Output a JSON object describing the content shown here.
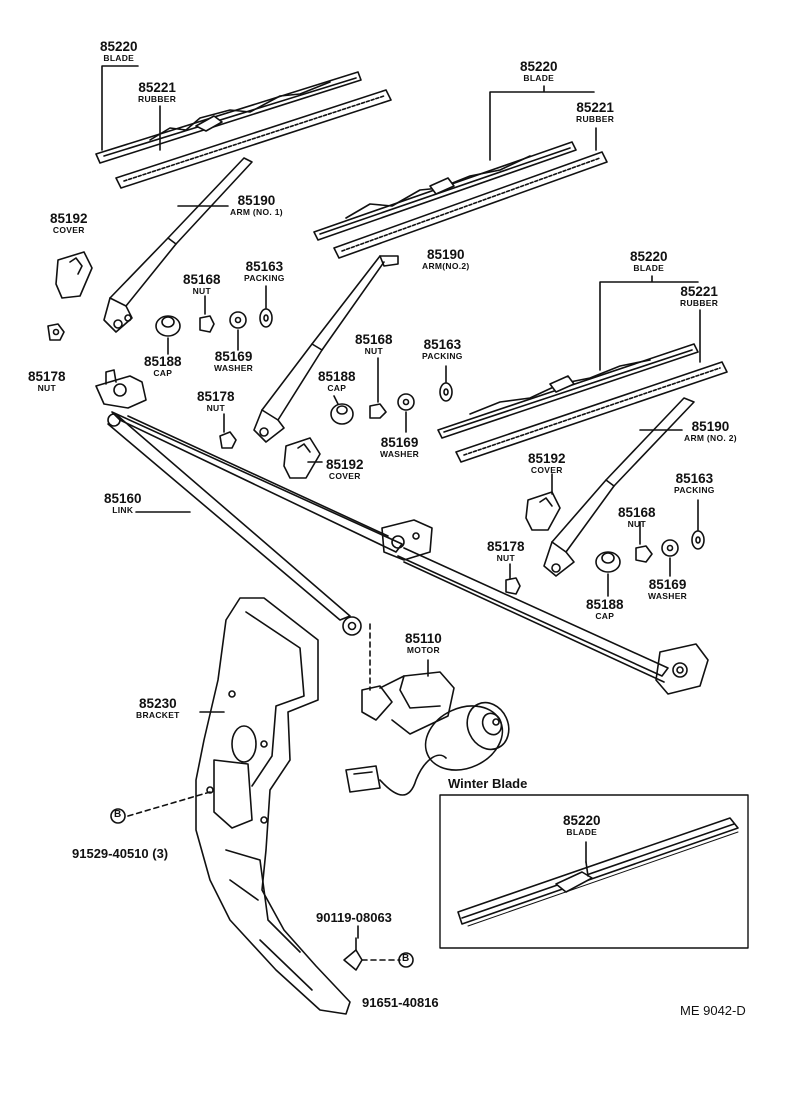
{
  "callouts": {
    "blade_upper_left": {
      "num": "85220",
      "sub": "BLADE"
    },
    "rubber_upper_left": {
      "num": "85221",
      "sub": "RUBBER"
    },
    "blade_upper_mid": {
      "num": "85220",
      "sub": "BLADE"
    },
    "rubber_upper_mid": {
      "num": "85221",
      "sub": "RUBBER"
    },
    "arm_no1": {
      "num": "85190",
      "sub": "ARM (NO. 1)"
    },
    "cover_left": {
      "num": "85192",
      "sub": "COVER"
    },
    "nut_85168_left": {
      "num": "85168",
      "sub": "NUT"
    },
    "packing_left": {
      "num": "85163",
      "sub": "PACKING"
    },
    "arm_no2_mid": {
      "num": "85190",
      "sub": "ARM(NO.2)"
    },
    "blade_right": {
      "num": "85220",
      "sub": "BLADE"
    },
    "rubber_right": {
      "num": "85221",
      "sub": "RUBBER"
    },
    "nut_85178_left": {
      "num": "85178",
      "sub": "NUT"
    },
    "cap_left": {
      "num": "85188",
      "sub": "CAP"
    },
    "washer_left": {
      "num": "85169",
      "sub": "WASHER"
    },
    "nut_85168_mid": {
      "num": "85168",
      "sub": "NUT"
    },
    "packing_mid": {
      "num": "85163",
      "sub": "PACKING"
    },
    "cap_mid": {
      "num": "85188",
      "sub": "CAP"
    },
    "nut_85178_mid": {
      "num": "85178",
      "sub": "NUT"
    },
    "washer_mid": {
      "num": "85169",
      "sub": "WASHER"
    },
    "arm_no2_right": {
      "num": "85190",
      "sub": "ARM (NO. 2)"
    },
    "cover_mid": {
      "num": "85192",
      "sub": "COVER"
    },
    "cover_right": {
      "num": "85192",
      "sub": "COVER"
    },
    "packing_right": {
      "num": "85163",
      "sub": "PACKING"
    },
    "nut_85168_right": {
      "num": "85168",
      "sub": "NUT"
    },
    "link": {
      "num": "85160",
      "sub": "LINK"
    },
    "nut_85178_right": {
      "num": "85178",
      "sub": "NUT"
    },
    "cap_right": {
      "num": "85188",
      "sub": "CAP"
    },
    "washer_right": {
      "num": "85169",
      "sub": "WASHER"
    },
    "motor": {
      "num": "85110",
      "sub": "MOTOR"
    },
    "bracket": {
      "num": "85230",
      "sub": "BRACKET"
    },
    "winter_blade": {
      "num": "85220",
      "sub": "BLADE"
    }
  },
  "part_numbers": {
    "bolt_b_left": "91529-40510 (3)",
    "bolt_upper": "90119-08063",
    "bolt_b_right": "91651-40816"
  },
  "bolt_marker": "B",
  "winter_blade_title": "Winter Blade",
  "diagram_code": "ME 9042-D"
}
